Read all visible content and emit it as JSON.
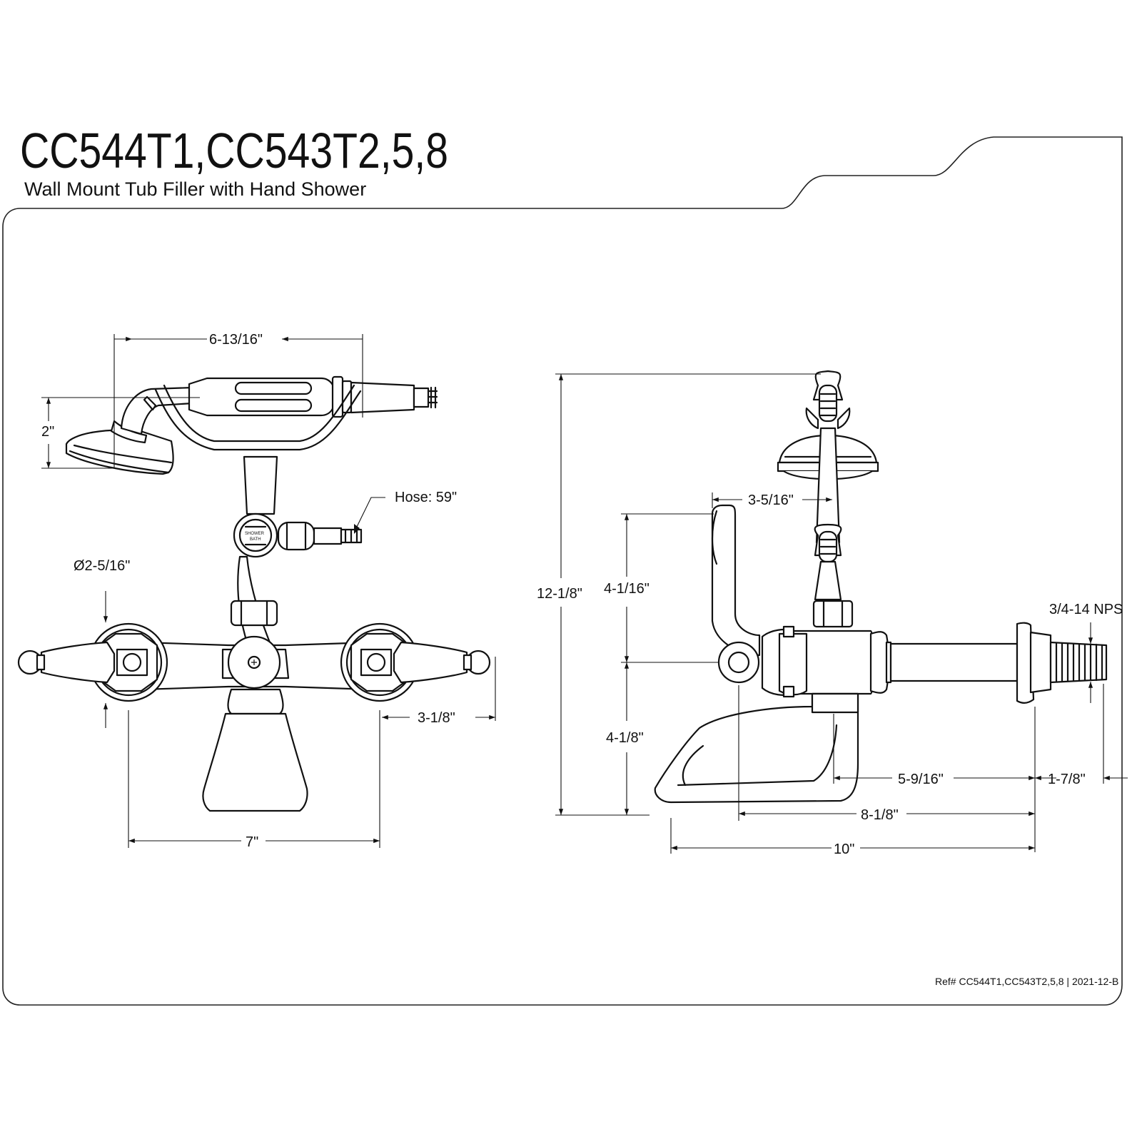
{
  "header": {
    "model_title": "CC544T1,CC543T2,5,8",
    "subtitle": "Wall Mount Tub Filler with Hand Shower"
  },
  "front_view": {
    "dim_width_handshower": "6-13/16\"",
    "dim_height_showerhead": "2\"",
    "dim_hose": "Hose: 59\"",
    "dim_flange_diameter": "Ø2-5/16\"",
    "dim_handle_offset": "3-1/8\"",
    "dim_centers": "7\"",
    "diverter_label_top": "SHOWER",
    "diverter_label_bottom": "BATH"
  },
  "side_view": {
    "dim_total_height": "12-1/8\"",
    "dim_upper_height": "4-1/16\"",
    "dim_lower_height": "4-1/8\"",
    "dim_cradle_offset": "3-5/16\"",
    "dim_thread": "3/4-14 NPS",
    "dim_spout_to_wall": "5-9/16\"",
    "dim_thread_length": "1-7/8\"",
    "dim_spout_reach": "8-1/8\"",
    "dim_total_depth": "10\""
  },
  "footer": {
    "reference": "Ref# CC544T1,CC543T2,5,8 | 2021-12-B"
  }
}
